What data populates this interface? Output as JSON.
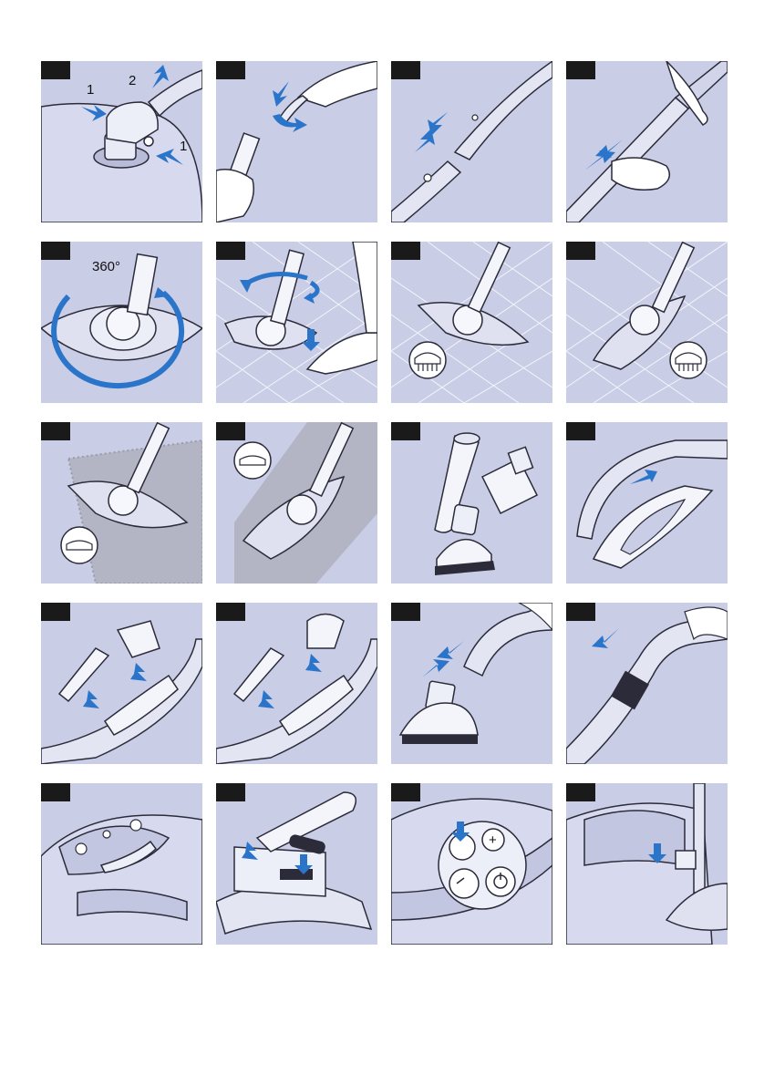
{
  "panels": [
    {
      "id": 1,
      "labels": [
        "1",
        "2",
        "1"
      ]
    },
    {
      "id": 2,
      "labels": []
    },
    {
      "id": 3,
      "labels": []
    },
    {
      "id": 4,
      "labels": []
    },
    {
      "id": 5,
      "labels": [
        "360°"
      ]
    },
    {
      "id": 6,
      "labels": []
    },
    {
      "id": 7,
      "labels": []
    },
    {
      "id": 8,
      "labels": []
    },
    {
      "id": 9,
      "labels": []
    },
    {
      "id": 10,
      "labels": []
    },
    {
      "id": 11,
      "labels": []
    },
    {
      "id": 12,
      "labels": []
    },
    {
      "id": 13,
      "labels": []
    },
    {
      "id": 14,
      "labels": []
    },
    {
      "id": 15,
      "labels": []
    },
    {
      "id": 16,
      "labels": []
    },
    {
      "id": 17,
      "labels": []
    },
    {
      "id": 18,
      "labels": []
    },
    {
      "id": 19,
      "labels": [
        "+"
      ]
    },
    {
      "id": 20,
      "labels": []
    }
  ],
  "colors": {
    "panel_bg": "#c9cde6",
    "arrow": "#2a75c9",
    "ink": "#2b2b3a",
    "number_box": "#1a1a1a"
  }
}
